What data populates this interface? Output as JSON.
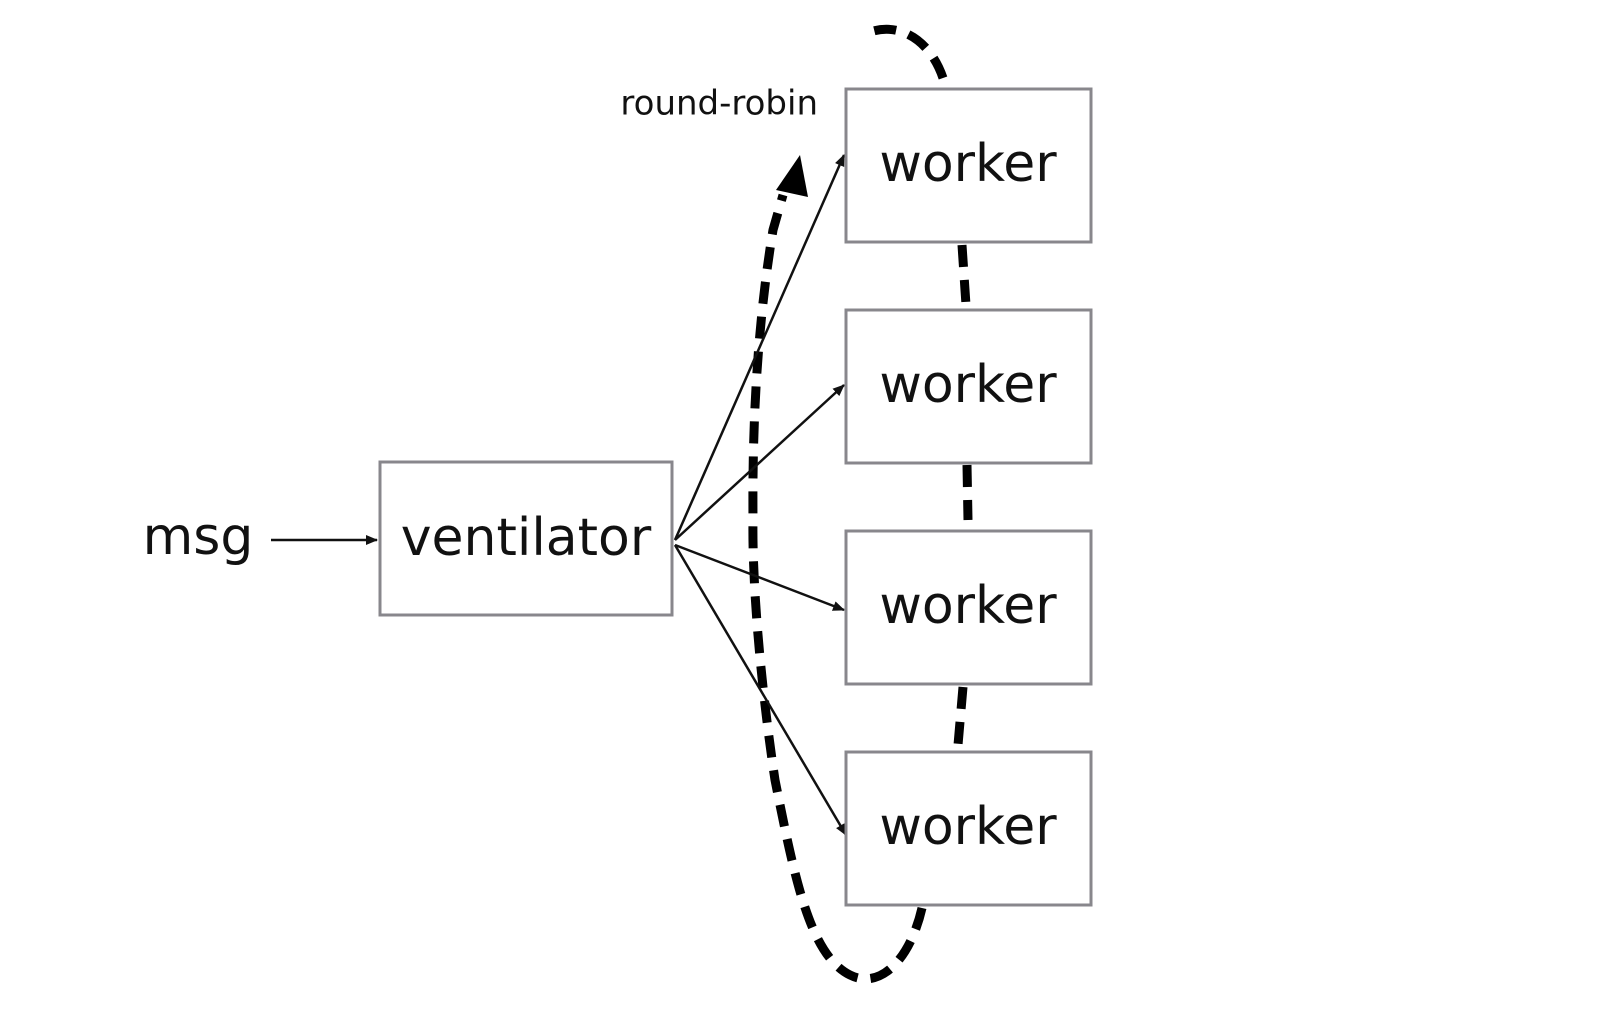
{
  "input": {
    "label": "msg"
  },
  "ventilator": {
    "label": "ventilator"
  },
  "workers": [
    {
      "label": "worker"
    },
    {
      "label": "worker"
    },
    {
      "label": "worker"
    },
    {
      "label": "worker"
    }
  ],
  "cycle": {
    "label": "round-robin"
  },
  "colors": {
    "box_border": "#88878c",
    "line": "#111111",
    "dashed": "#000000",
    "background": "#ffffff"
  }
}
